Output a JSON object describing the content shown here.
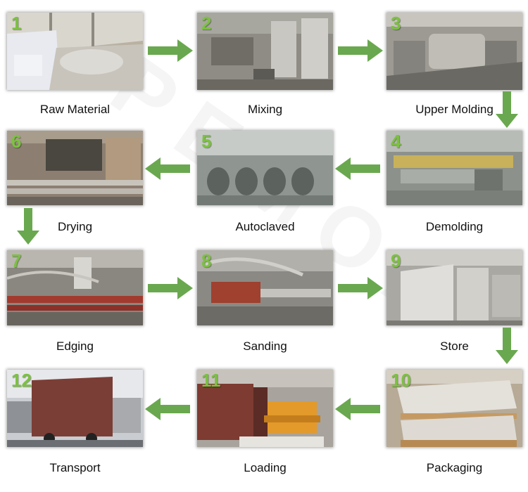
{
  "steps": [
    {
      "num": "1",
      "label": "Raw Material"
    },
    {
      "num": "2",
      "label": "Mixing"
    },
    {
      "num": "3",
      "label": "Upper Molding"
    },
    {
      "num": "4",
      "label": "Demolding"
    },
    {
      "num": "5",
      "label": "Autoclaved"
    },
    {
      "num": "6",
      "label": "Drying"
    },
    {
      "num": "7",
      "label": "Edging"
    },
    {
      "num": "8",
      "label": "Sanding"
    },
    {
      "num": "9",
      "label": "Store"
    },
    {
      "num": "10",
      "label": "Packaging"
    },
    {
      "num": "11",
      "label": "Loading"
    },
    {
      "num": "12",
      "label": "Transport"
    }
  ],
  "arrow_color": "#6aa84f",
  "number_color": "#7cc142"
}
